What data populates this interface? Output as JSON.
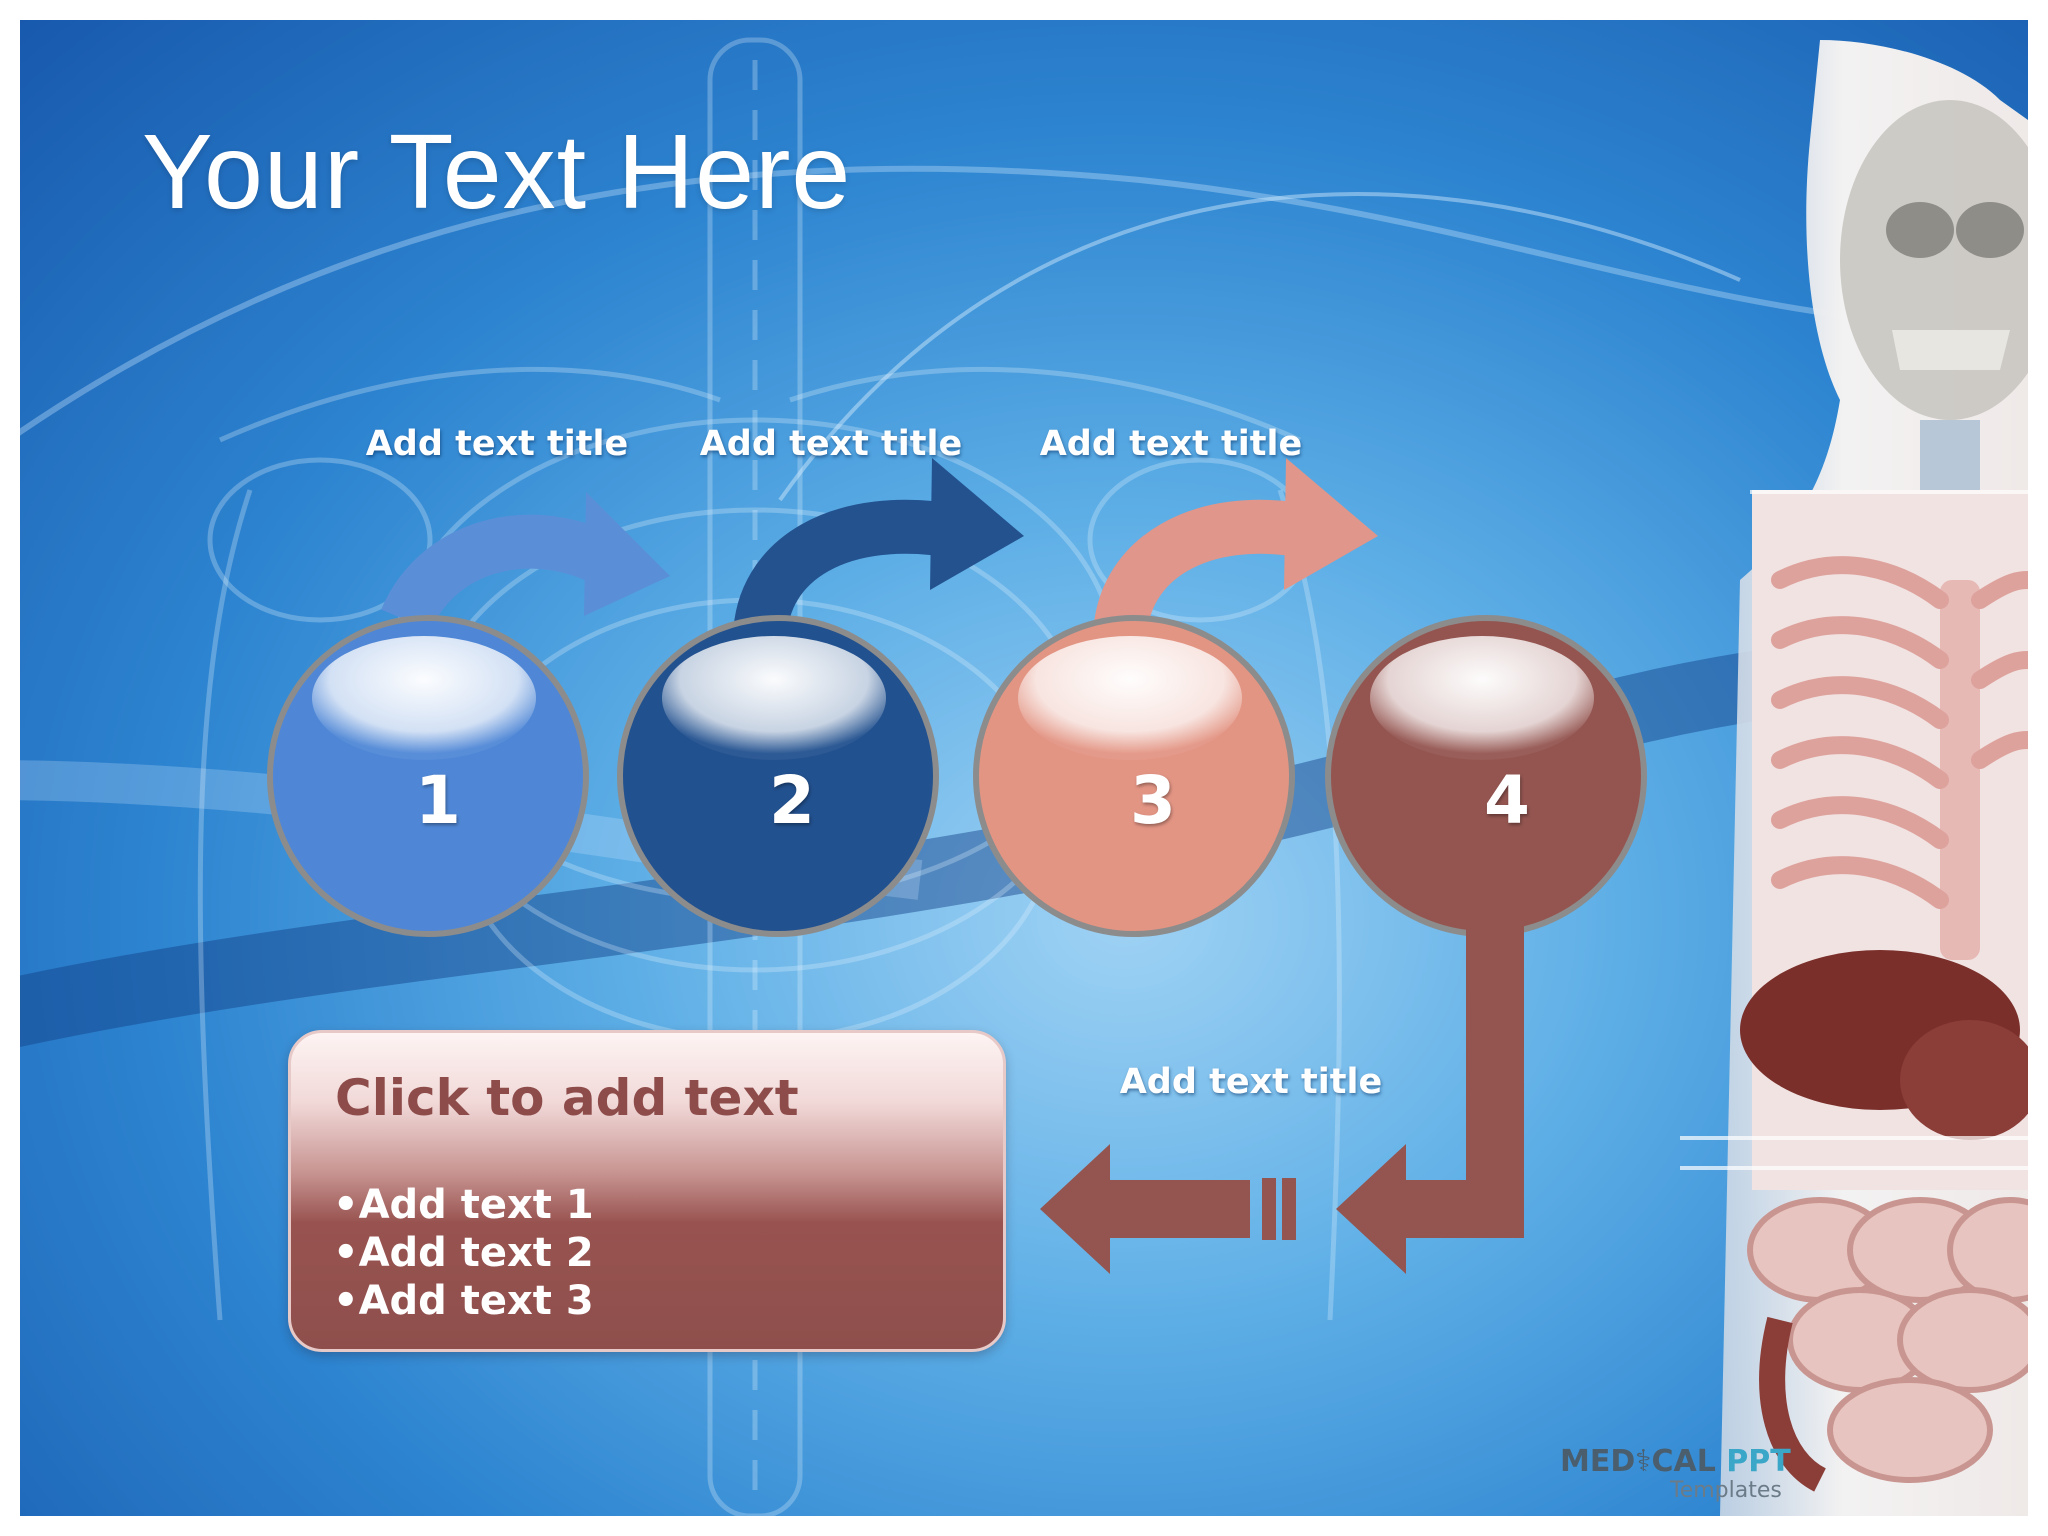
{
  "slide": {
    "title": "Your Text Here",
    "steps": [
      {
        "number": "1",
        "title": "Add text title",
        "color": "#4f87d6"
      },
      {
        "number": "2",
        "title": "Add text title",
        "color": "#22518f"
      },
      {
        "number": "3",
        "title": "Add text title",
        "color": "#e39584"
      },
      {
        "number": "4",
        "title": "Add text title",
        "color": "#945550"
      }
    ],
    "textbox": {
      "heading": "Click to add text",
      "bullets": [
        "Add text 1",
        "Add text 2",
        "Add text 3"
      ]
    },
    "logo": {
      "main": "MED",
      "caduceus": "⚕",
      "rest": "CAL ",
      "ppt": "PPT",
      "sub": "Templates"
    }
  }
}
